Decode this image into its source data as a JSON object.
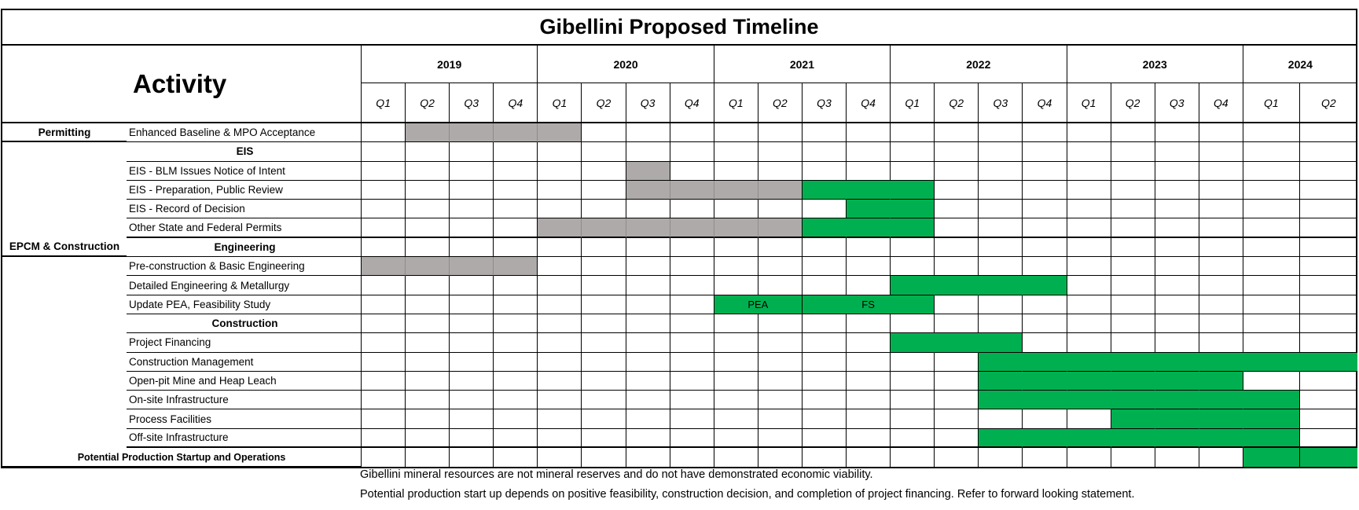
{
  "title": "Gibellini Proposed Timeline",
  "activity_label": "Activity",
  "colors": {
    "active": "#00b050",
    "prior": "#aeaaaa"
  },
  "chart_data": {
    "type": "table",
    "title": "Gibellini Proposed Timeline",
    "years": [
      "2019",
      "2020",
      "2021",
      "2022",
      "2023",
      "2024"
    ],
    "year_quarters": [
      4,
      4,
      4,
      4,
      4,
      2
    ],
    "quarters": [
      "Q1",
      "Q2",
      "Q3",
      "Q4",
      "Q1",
      "Q2",
      "Q3",
      "Q4",
      "Q1",
      "Q2",
      "Q3",
      "Q4",
      "Q1",
      "Q2",
      "Q3",
      "Q4",
      "Q1",
      "Q2",
      "Q3",
      "Q4",
      "Q1",
      "Q2"
    ],
    "groups": [
      {
        "name": "Permitting",
        "rows": [
          {
            "label": "Enhanced Baseline & MPO Acceptance",
            "gray": [
              1,
              2,
              3,
              4
            ],
            "green": []
          },
          {
            "label": "EIS",
            "header": true,
            "gray": [],
            "green": []
          },
          {
            "label": "EIS - BLM Issues Notice of Intent",
            "gray": [
              6
            ],
            "green": []
          },
          {
            "label": "EIS - Preparation, Public Review",
            "gray": [
              6,
              7,
              8,
              9
            ],
            "green": [
              10,
              11,
              12
            ]
          },
          {
            "label": "EIS - Record of Decision",
            "gray": [],
            "green": [
              11,
              12
            ]
          },
          {
            "label": "Other State and Federal Permits",
            "gray": [
              4,
              5,
              6,
              7,
              8,
              9
            ],
            "green": [
              10,
              11,
              12
            ]
          }
        ]
      },
      {
        "name": "EPCM & Construction",
        "rows": [
          {
            "label": "Engineering",
            "header": true,
            "gray": [],
            "green": []
          },
          {
            "label": "Pre-construction & Basic Engineering",
            "gray": [
              0,
              1,
              2,
              3
            ],
            "green": []
          },
          {
            "label": "Detailed Engineering & Metallurgy",
            "gray": [],
            "green": [
              12,
              13,
              14,
              15
            ]
          },
          {
            "label": "Update PEA,  Feasibility Study",
            "gray": [],
            "green": [
              8,
              9,
              10,
              11,
              12
            ],
            "bar_labels": [
              {
                "text": "PEA",
                "from": 8,
                "to": 9
              },
              {
                "text": "FS",
                "from": 10,
                "to": 12
              }
            ]
          },
          {
            "label": "Construction",
            "header": true,
            "gray": [],
            "green": []
          },
          {
            "label": "Project Financing",
            "gray": [],
            "green": [
              12,
              13,
              14
            ]
          },
          {
            "label": "Construction Management",
            "gray": [],
            "green": [
              14,
              15,
              16,
              17,
              18,
              19,
              20,
              21
            ]
          },
          {
            "label": "Open-pit Mine and Heap Leach",
            "gray": [],
            "green": [
              14,
              15,
              16,
              17,
              18,
              19
            ]
          },
          {
            "label": "On-site Infrastructure",
            "gray": [],
            "green": [
              14,
              15,
              16,
              17,
              18,
              19,
              20
            ]
          },
          {
            "label": "Process Facilities",
            "gray": [],
            "green": [
              17,
              18,
              19,
              20
            ]
          },
          {
            "label": "Off-site Infrastructure",
            "gray": [],
            "green": [
              14,
              15,
              16,
              17,
              18,
              19,
              20
            ]
          }
        ]
      }
    ],
    "final_row": {
      "label": "Potential Production Startup and Operations",
      "gray": [],
      "green": [
        20,
        21
      ]
    }
  },
  "footnotes": [
    "Gibellini mineral resources are not mineral reserves and do not have demonstrated economic viability.",
    "Potential production start up depends on positive feasibility, construction decision, and completion of project financing. Refer to forward looking statement."
  ]
}
